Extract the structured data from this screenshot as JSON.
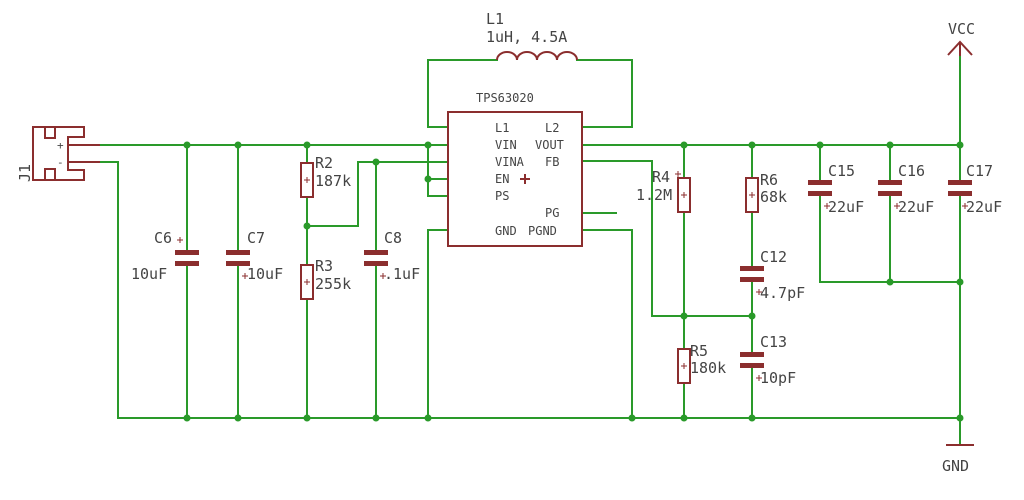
{
  "colors": {
    "wire": "#2a9a2a",
    "symbol": "#8b2e2e",
    "text": "#444444",
    "background": "#ffffff"
  },
  "connector": {
    "ref": "J1",
    "pins": [
      "+",
      "-"
    ]
  },
  "inductor": {
    "ref": "L1",
    "value": "1uH, 4.5A"
  },
  "ic": {
    "name": "TPS63020",
    "pins_left": [
      "L1",
      "VIN",
      "VINA",
      "EN",
      "PS",
      "GND"
    ],
    "pins_right": [
      "L2",
      "VOUT",
      "FB",
      "PG",
      "PGND"
    ]
  },
  "capacitors": [
    {
      "ref": "C6",
      "value": "10uF"
    },
    {
      "ref": "C7",
      "value": "10uF"
    },
    {
      "ref": "C8",
      "value": ".1uF"
    },
    {
      "ref": "C12",
      "value": "4.7pF"
    },
    {
      "ref": "C13",
      "value": "10pF"
    },
    {
      "ref": "C15",
      "value": "22uF"
    },
    {
      "ref": "C16",
      "value": "22uF"
    },
    {
      "ref": "C17",
      "value": "22uF"
    }
  ],
  "resistors": [
    {
      "ref": "R2",
      "value": "187k"
    },
    {
      "ref": "R3",
      "value": "255k"
    },
    {
      "ref": "R4",
      "value": "1.2M"
    },
    {
      "ref": "R5",
      "value": "180k"
    },
    {
      "ref": "R6",
      "value": "68k"
    }
  ],
  "supplies": {
    "vcc": "VCC",
    "gnd": "GND"
  }
}
